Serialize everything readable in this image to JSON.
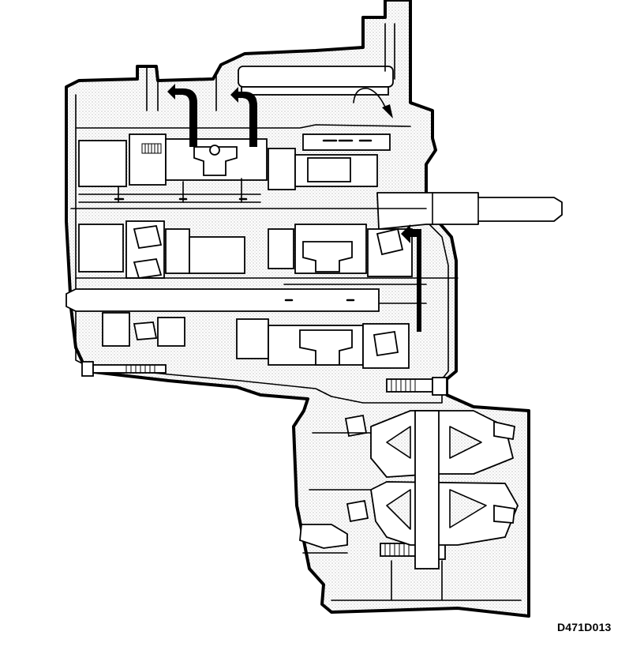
{
  "diagram": {
    "reference_code": "D471D013",
    "flow_arrows": [
      {
        "name": "oil-flow-arrow-upper-left-1"
      },
      {
        "name": "oil-flow-arrow-upper-left-2"
      },
      {
        "name": "oil-flow-arrow-upper-right"
      },
      {
        "name": "oil-flow-arrow-right-vertical"
      }
    ],
    "colors": {
      "line": "#000000",
      "background": "#ffffff",
      "stipple": "#7a7a7a"
    }
  }
}
